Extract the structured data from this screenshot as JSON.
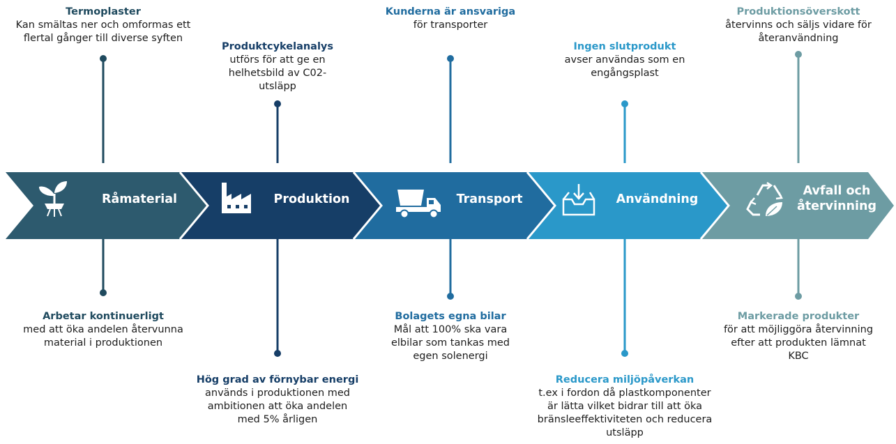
{
  "colors": {
    "stage1": "#2d5a6e",
    "stage2": "#163e67",
    "stage3": "#206c9f",
    "stage4": "#2a98c9",
    "stage5": "#6d9ca3"
  },
  "stages": [
    {
      "label": "Råmaterial",
      "icon": "plant-sprout-icon"
    },
    {
      "label": "Produktion",
      "icon": "factory-icon"
    },
    {
      "label": "Transport",
      "icon": "dump-truck-icon"
    },
    {
      "label": "Användning",
      "icon": "inbox-tray-icon"
    },
    {
      "label_line1": "Avfall och",
      "label_line2": "återvinning",
      "icon": "recycle-leaf-icon"
    }
  ],
  "annotations_top": [
    {
      "title": "Termoplaster",
      "body": "Kan smältas ner och omformas ett flertal gånger till diverse syften"
    },
    {
      "title": "Produktcykelanalys",
      "body": "utförs för att ge en helhetsbild av C02-utsläpp"
    },
    {
      "title": "Kunderna är ansvariga",
      "body": "för transporter"
    },
    {
      "title": "Ingen slutprodukt",
      "body": "avser användas som en engångsplast"
    },
    {
      "title": "Produktionsöverskott",
      "body": "återvinns och säljs vidare för återanvändning"
    }
  ],
  "annotations_bottom": [
    {
      "title": "Arbetar kontinuerligt",
      "body": "med att öka andelen återvunna material i produktionen"
    },
    {
      "title": "Hög grad av förnybar energi",
      "body": "används i produktionen med ambitionen att öka andelen med 5% årligen"
    },
    {
      "title": "Bolagets egna bilar",
      "body": "Mål att 100% ska vara elbilar som tankas med egen solenergi"
    },
    {
      "title": "Reducera miljöpåverkan",
      "body": "t.ex i fordon då plastkomponenter är lätta vilket bidrar till att öka bränsleeffektiviteten och reducera utsläpp"
    },
    {
      "title": "Markerade produkter",
      "body": "för att möjliggöra återvinning efter att produkten lämnat KBC"
    }
  ]
}
